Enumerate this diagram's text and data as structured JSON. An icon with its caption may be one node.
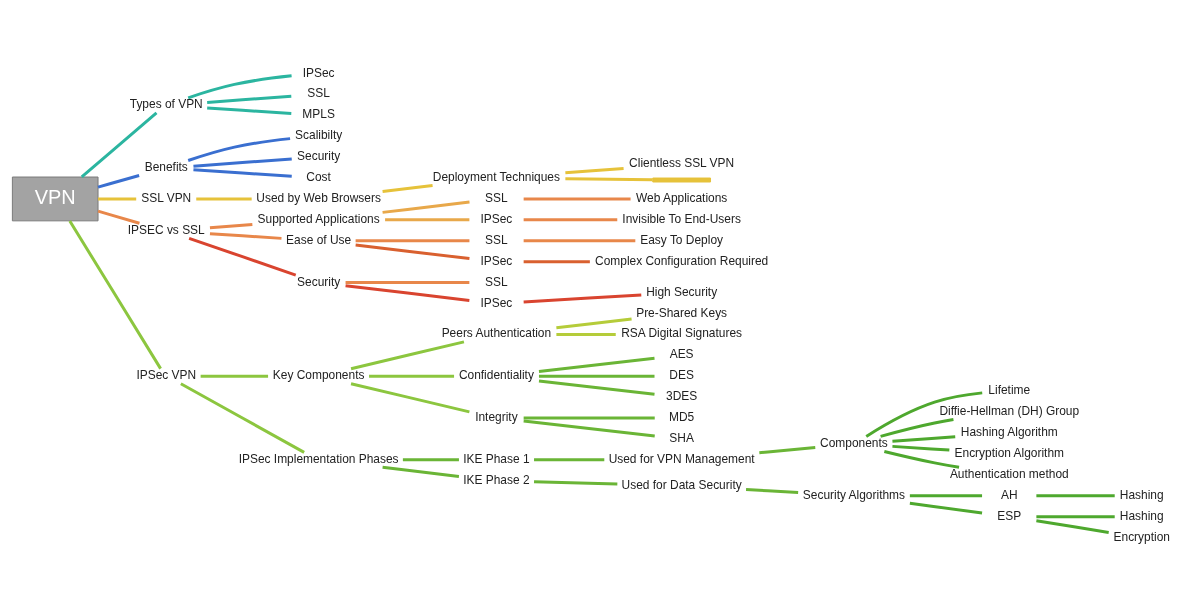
{
  "diagram": {
    "nodes": [
      {
        "text": [
          "VPN"
        ]
      },
      {
        "text": [
          "Types of VPN"
        ]
      },
      {
        "text": [
          "IPSec"
        ]
      },
      {
        "text": [
          "SSL"
        ]
      },
      {
        "text": [
          "MPLS"
        ]
      },
      {
        "text": [
          "Benefits"
        ]
      },
      {
        "text": [
          "Scalibilty"
        ]
      },
      {
        "text": [
          "Security"
        ]
      },
      {
        "text": [
          "Cost"
        ]
      },
      {
        "text": [
          "SSL VPN"
        ]
      },
      {
        "text": [
          "Used by Web Browsers"
        ]
      },
      {
        "text": [
          "Deployment Techniques"
        ]
      },
      {
        "text": [
          "Clientless SSL VPN"
        ]
      },
      {
        "text": [],
        "shape": "bar"
      },
      {
        "text": [
          "IPSEC vs SSL"
        ]
      },
      {
        "text": [
          "Supported Applications"
        ]
      },
      {
        "text": [
          "SSL"
        ]
      },
      {
        "text": [
          "Web Applications"
        ]
      },
      {
        "text": [
          "IPSec"
        ]
      },
      {
        "text": [
          "Invisible To End-Users"
        ]
      },
      {
        "text": [
          "Ease of Use"
        ]
      },
      {
        "text": [
          "SSL"
        ]
      },
      {
        "text": [
          "Easy To Deploy"
        ]
      },
      {
        "text": [
          "IPSec"
        ]
      },
      {
        "text": [
          "Complex Configuration Required"
        ]
      },
      {
        "text": [
          "Security"
        ]
      },
      {
        "text": [
          "SSL"
        ]
      },
      {
        "text": [
          "IPSec"
        ]
      },
      {
        "text": [
          "High Security"
        ]
      },
      {
        "text": [
          "IPSec VPN"
        ]
      },
      {
        "text": [
          "Key Components"
        ]
      },
      {
        "text": [
          "Peers Authentication"
        ]
      },
      {
        "text": [
          "Pre-Shared Keys"
        ]
      },
      {
        "text": [
          "RSA Digital Signatures"
        ]
      },
      {
        "text": [
          "Confidentiality"
        ]
      },
      {
        "text": [
          "AES"
        ]
      },
      {
        "text": [
          "DES"
        ]
      },
      {
        "text": [
          "3DES"
        ]
      },
      {
        "text": [
          "Integrity"
        ]
      },
      {
        "text": [
          "MD5"
        ]
      },
      {
        "text": [
          "SHA"
        ]
      },
      {
        "text": [
          "IPSec Implementation Phases"
        ]
      },
      {
        "text": [
          "IKE Phase 1"
        ]
      },
      {
        "text": [
          "Used for VPN Management"
        ]
      },
      {
        "text": [
          "Components"
        ]
      },
      {
        "text": [
          "Lifetime"
        ]
      },
      {
        "text": [
          "Diffie-Hellman (DH) Group"
        ]
      },
      {
        "text": [
          "Hashing Algorithm"
        ]
      },
      {
        "text": [
          "Encryption Algorithm"
        ]
      },
      {
        "text": [
          "Authentication method"
        ]
      },
      {
        "text": [
          "IKE Phase 2"
        ]
      },
      {
        "text": [
          "Used for Data Security"
        ]
      },
      {
        "text": [
          "Security Algorithms"
        ]
      },
      {
        "text": [
          "AH"
        ]
      },
      {
        "text": [
          "Hashing"
        ]
      },
      {
        "text": [
          "ESP"
        ]
      },
      {
        "text": [
          "Hashing"
        ]
      },
      {
        "text": [
          "Encryption"
        ]
      }
    ],
    "edges": [
      {
        "from": 0,
        "to": 1,
        "arrow": "none",
        "color": "#2bb5a0"
      },
      {
        "from": 1,
        "to": 2,
        "arrow": "none",
        "color": "#2bb5a0"
      },
      {
        "from": 1,
        "to": 3,
        "arrow": "none",
        "color": "#2bb5a0"
      },
      {
        "from": 1,
        "to": 4,
        "arrow": "none",
        "color": "#2bb5a0"
      },
      {
        "from": 0,
        "to": 5,
        "arrow": "none",
        "color": "#3a6fd0"
      },
      {
        "from": 5,
        "to": 6,
        "arrow": "none",
        "color": "#3a6fd0"
      },
      {
        "from": 5,
        "to": 7,
        "arrow": "none",
        "color": "#3a6fd0"
      },
      {
        "from": 5,
        "to": 8,
        "arrow": "none",
        "color": "#3a6fd0"
      },
      {
        "from": 0,
        "to": 9,
        "arrow": "none",
        "color": "#e6c23a"
      },
      {
        "from": 9,
        "to": 10,
        "arrow": "none",
        "color": "#e6c23a"
      },
      {
        "from": 10,
        "to": 11,
        "arrow": "none",
        "color": "#e6c23a"
      },
      {
        "from": 11,
        "to": 12,
        "arrow": "none",
        "color": "#e6c23a"
      },
      {
        "from": 11,
        "to": 13,
        "arrow": "none",
        "color": "#e6c23a"
      },
      {
        "from": 0,
        "to": 14,
        "arrow": "none",
        "color": "#e8874a"
      },
      {
        "from": 14,
        "to": 15,
        "arrow": "none",
        "color": "#e8874a"
      },
      {
        "from": 15,
        "to": 16,
        "arrow": "none",
        "color": "#e8a84a"
      },
      {
        "from": 16,
        "to": 17,
        "arrow": "none",
        "color": "#e8874a"
      },
      {
        "from": 15,
        "to": 18,
        "arrow": "none",
        "color": "#e8a84a"
      },
      {
        "from": 18,
        "to": 19,
        "arrow": "none",
        "color": "#e8874a"
      },
      {
        "from": 14,
        "to": 20,
        "arrow": "none",
        "color": "#e8874a"
      },
      {
        "from": 20,
        "to": 21,
        "arrow": "none",
        "color": "#e8874a"
      },
      {
        "from": 21,
        "to": 22,
        "arrow": "none",
        "color": "#e8874a"
      },
      {
        "from": 20,
        "to": 23,
        "arrow": "none",
        "color": "#d9602f"
      },
      {
        "from": 23,
        "to": 24,
        "arrow": "none",
        "color": "#d9602f"
      },
      {
        "from": 14,
        "to": 25,
        "arrow": "none",
        "color": "#d9442f"
      },
      {
        "from": 25,
        "to": 26,
        "arrow": "none",
        "color": "#e8874a"
      },
      {
        "from": 25,
        "to": 27,
        "arrow": "none",
        "color": "#d9442f"
      },
      {
        "from": 27,
        "to": 28,
        "arrow": "none",
        "color": "#d9442f"
      },
      {
        "from": 0,
        "to": 29,
        "arrow": "none",
        "color": "#8cc63f"
      },
      {
        "from": 29,
        "to": 30,
        "arrow": "none",
        "color": "#8cc63f"
      },
      {
        "from": 30,
        "to": 31,
        "arrow": "none",
        "color": "#8cc63f"
      },
      {
        "from": 31,
        "to": 32,
        "arrow": "none",
        "color": "#b5cc3a"
      },
      {
        "from": 31,
        "to": 33,
        "arrow": "none",
        "color": "#b5cc3a"
      },
      {
        "from": 30,
        "to": 34,
        "arrow": "none",
        "color": "#8cc63f"
      },
      {
        "from": 34,
        "to": 35,
        "arrow": "none",
        "color": "#6ab536"
      },
      {
        "from": 34,
        "to": 36,
        "arrow": "none",
        "color": "#6ab536"
      },
      {
        "from": 34,
        "to": 37,
        "arrow": "none",
        "color": "#6ab536"
      },
      {
        "from": 30,
        "to": 38,
        "arrow": "none",
        "color": "#8cc63f"
      },
      {
        "from": 38,
        "to": 39,
        "arrow": "none",
        "color": "#6ab536"
      },
      {
        "from": 38,
        "to": 40,
        "arrow": "none",
        "color": "#6ab536"
      },
      {
        "from": 29,
        "to": 41,
        "arrow": "none",
        "color": "#8cc63f"
      },
      {
        "from": 41,
        "to": 42,
        "arrow": "none",
        "color": "#6ab536"
      },
      {
        "from": 42,
        "to": 43,
        "arrow": "none",
        "color": "#6ab536"
      },
      {
        "from": 43,
        "to": 44,
        "arrow": "none",
        "color": "#6ab536"
      },
      {
        "from": 44,
        "to": 45,
        "arrow": "none",
        "color": "#4ea82e"
      },
      {
        "from": 44,
        "to": 46,
        "arrow": "none",
        "color": "#4ea82e"
      },
      {
        "from": 44,
        "to": 47,
        "arrow": "none",
        "color": "#4ea82e"
      },
      {
        "from": 44,
        "to": 48,
        "arrow": "none",
        "color": "#4ea82e"
      },
      {
        "from": 44,
        "to": 49,
        "arrow": "none",
        "color": "#4ea82e"
      },
      {
        "from": 41,
        "to": 50,
        "arrow": "none",
        "color": "#6ab536"
      },
      {
        "from": 50,
        "to": 51,
        "arrow": "none",
        "color": "#6ab536"
      },
      {
        "from": 51,
        "to": 52,
        "arrow": "none",
        "color": "#6ab536"
      },
      {
        "from": 52,
        "to": 53,
        "arrow": "none",
        "color": "#4ea82e"
      },
      {
        "from": 53,
        "to": 54,
        "arrow": "none",
        "color": "#4ea82e"
      },
      {
        "from": 52,
        "to": 55,
        "arrow": "none",
        "color": "#4ea82e"
      },
      {
        "from": 55,
        "to": 56,
        "arrow": "none",
        "color": "#4ea82e"
      },
      {
        "from": 55,
        "to": 57,
        "arrow": "none",
        "color": "#4ea82e"
      }
    ]
  }
}
